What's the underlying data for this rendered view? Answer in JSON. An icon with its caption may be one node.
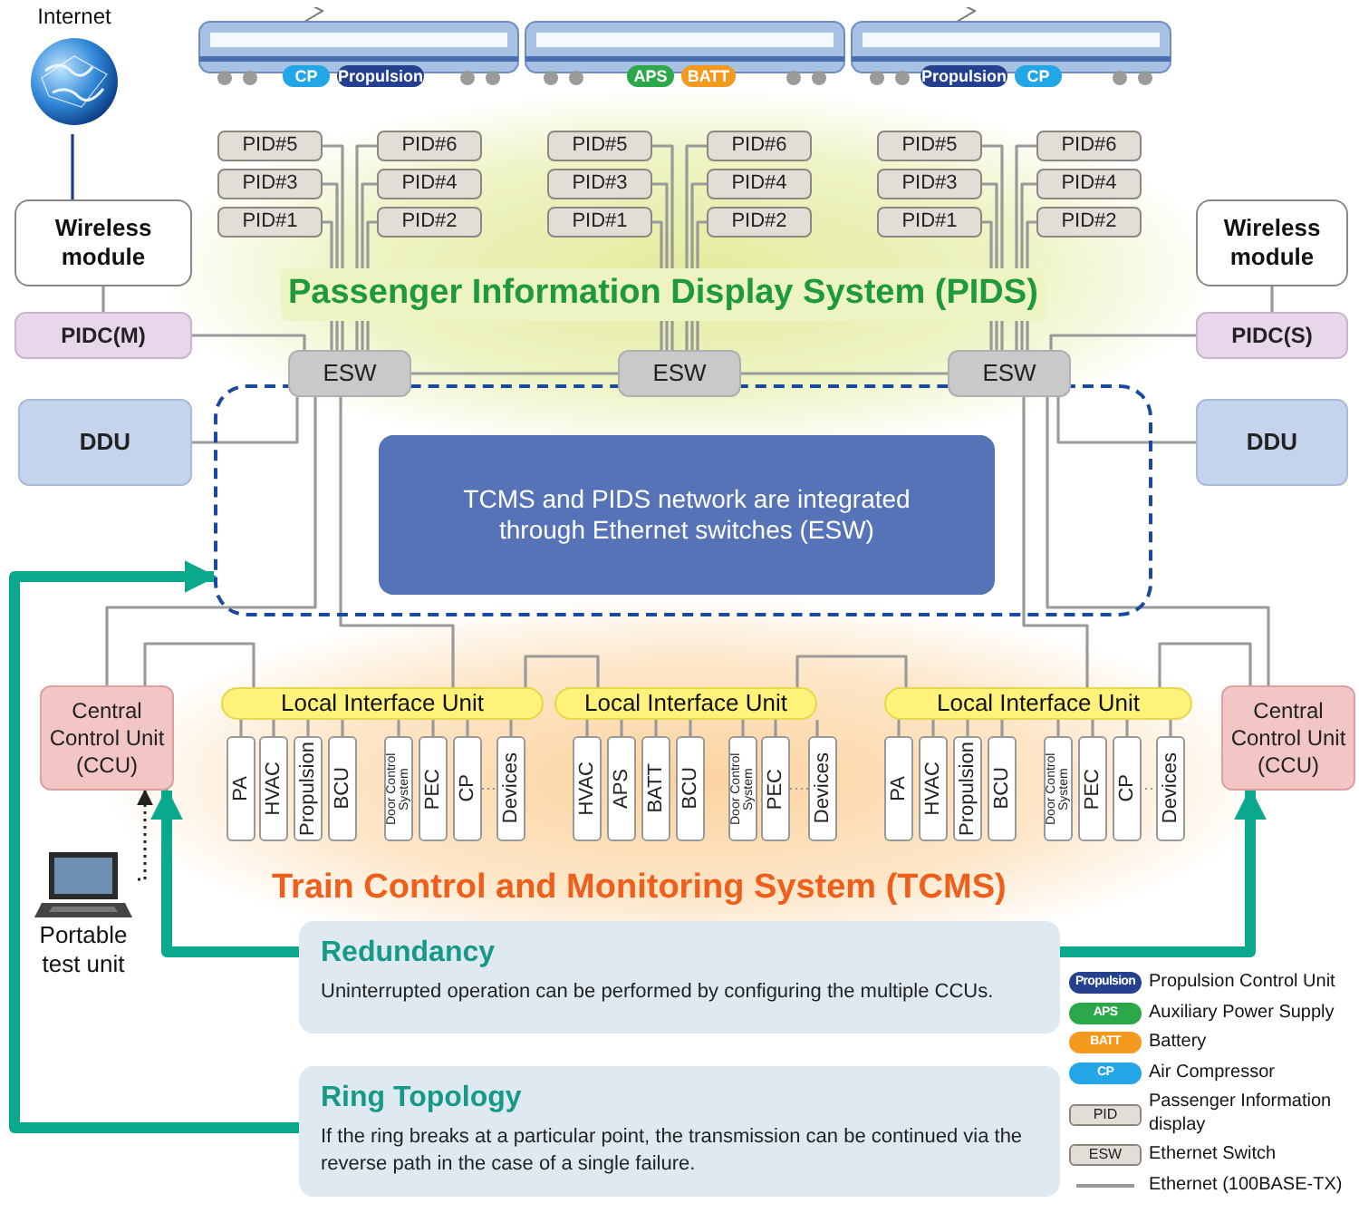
{
  "diagram": {
    "nodes": [
      {
        "text": [
          "Internet"
        ]
      },
      {
        "text": [
          "Wireless module"
        ]
      },
      {
        "text": [
          "PIDC(M)"
        ]
      },
      {
        "text": [
          "DDU"
        ]
      },
      {
        "text": [
          "Wireless module"
        ]
      },
      {
        "text": [
          "PIDC(S)"
        ]
      },
      {
        "text": [
          "DDU"
        ]
      },
      {
        "text": [
          "PID#5"
        ]
      },
      {
        "text": [
          "PID#6"
        ]
      },
      {
        "text": [
          "PID#3"
        ]
      },
      {
        "text": [
          "PID#4"
        ]
      },
      {
        "text": [
          "PID#1"
        ]
      },
      {
        "text": [
          "PID#2"
        ]
      },
      {
        "text": [
          "PID#5"
        ]
      },
      {
        "text": [
          "PID#6"
        ]
      },
      {
        "text": [
          "PID#3"
        ]
      },
      {
        "text": [
          "PID#4"
        ]
      },
      {
        "text": [
          "PID#1"
        ]
      },
      {
        "text": [
          "PID#2"
        ]
      },
      {
        "text": [
          "PID#5"
        ]
      },
      {
        "text": [
          "PID#6"
        ]
      },
      {
        "text": [
          "PID#3"
        ]
      },
      {
        "text": [
          "PID#4"
        ]
      },
      {
        "text": [
          "PID#1"
        ]
      },
      {
        "text": [
          "PID#2"
        ]
      },
      {
        "text": [
          "ESW"
        ]
      },
      {
        "text": [
          "ESW"
        ]
      },
      {
        "text": [
          "ESW"
        ]
      },
      {
        "text": [],
        "shape": "box"
      },
      {
        "text": [
          "TCMS and PIDS network are integrated through Ethernet switches (ESW)"
        ],
        "in": 28
      },
      {
        "text": [
          "Central Control Unit (CCU)"
        ]
      },
      {
        "text": [
          "Central Control Unit (CCU)"
        ]
      },
      {
        "text": [
          "Local Interface Unit"
        ]
      },
      {
        "text": [
          "Local Interface Unit"
        ]
      },
      {
        "text": [
          "Local Interface Unit"
        ]
      },
      {
        "text": [
          "PA"
        ]
      },
      {
        "text": [
          "HVAC"
        ]
      },
      {
        "text": [
          "Propulsion"
        ]
      },
      {
        "text": [
          "BCU"
        ]
      },
      {
        "text": [
          "Door Control System"
        ]
      },
      {
        "text": [
          "PEC"
        ]
      },
      {
        "text": [
          "CP"
        ]
      },
      {
        "text": [
          "Devices"
        ]
      },
      {
        "text": [
          "HVAC"
        ]
      },
      {
        "text": [
          "APS"
        ]
      },
      {
        "text": [
          "BATT"
        ]
      },
      {
        "text": [
          "BCU"
        ]
      },
      {
        "text": [
          "Door Control System"
        ]
      },
      {
        "text": [
          "PEC"
        ]
      },
      {
        "text": [
          "Devices"
        ]
      },
      {
        "text": [
          "PA"
        ]
      },
      {
        "text": [
          "HVAC"
        ]
      },
      {
        "text": [
          "Propulsion"
        ]
      },
      {
        "text": [
          "BCU"
        ]
      },
      {
        "text": [
          "Door Control System"
        ]
      },
      {
        "text": [
          "PEC"
        ]
      },
      {
        "text": [
          "CP"
        ]
      },
      {
        "text": [
          "Devices"
        ]
      },
      {
        "text": [
          "Portable test unit"
        ]
      },
      {
        "text": [
          "Redundancy",
          "Uninterrupted operation can be performed by configuring the multiple CCUs."
        ]
      },
      {
        "text": [
          "Ring Topology",
          "If the ring breaks at a particular point, the transmission can be continued via the reverse path in the case of a single failure."
        ]
      }
    ],
    "edges": [
      {
        "from": 0,
        "to": 1,
        "arrow": "none",
        "color": "#1a3c8c"
      },
      {
        "from": 1,
        "to": 2,
        "arrow": "none"
      },
      {
        "from": 4,
        "to": 5,
        "arrow": "none"
      },
      {
        "from": 2,
        "to": 25,
        "arrow": "none"
      },
      {
        "from": 3,
        "to": 25,
        "arrow": "none"
      },
      {
        "from": 5,
        "to": 27,
        "arrow": "none"
      },
      {
        "from": 6,
        "to": 27,
        "arrow": "none"
      },
      {
        "from": 25,
        "to": 26,
        "arrow": "none"
      },
      {
        "from": 26,
        "to": 27,
        "arrow": "none"
      },
      {
        "from": 7,
        "to": 25,
        "arrow": "none"
      },
      {
        "from": 8,
        "to": 25,
        "arrow": "none"
      },
      {
        "from": 9,
        "to": 25,
        "arrow": "none"
      },
      {
        "from": 10,
        "to": 25,
        "arrow": "none"
      },
      {
        "from": 11,
        "to": 25,
        "arrow": "none"
      },
      {
        "from": 12,
        "to": 25,
        "arrow": "none"
      },
      {
        "from": 13,
        "to": 26,
        "arrow": "none"
      },
      {
        "from": 14,
        "to": 26,
        "arrow": "none"
      },
      {
        "from": 15,
        "to": 26,
        "arrow": "none"
      },
      {
        "from": 16,
        "to": 26,
        "arrow": "none"
      },
      {
        "from": 17,
        "to": 26,
        "arrow": "none"
      },
      {
        "from": 18,
        "to": 26,
        "arrow": "none"
      },
      {
        "from": 19,
        "to": 27,
        "arrow": "none"
      },
      {
        "from": 20,
        "to": 27,
        "arrow": "none"
      },
      {
        "from": 21,
        "to": 27,
        "arrow": "none"
      },
      {
        "from": 22,
        "to": 27,
        "arrow": "none"
      },
      {
        "from": 23,
        "to": 27,
        "arrow": "none"
      },
      {
        "from": 24,
        "to": 27,
        "arrow": "none"
      },
      {
        "from": 25,
        "to": 30,
        "arrow": "none"
      },
      {
        "from": 25,
        "to": 32,
        "arrow": "none"
      },
      {
        "from": 30,
        "to": 32,
        "arrow": "none"
      },
      {
        "from": 32,
        "to": 33,
        "arrow": "none"
      },
      {
        "from": 33,
        "to": 34,
        "arrow": "none"
      },
      {
        "from": 27,
        "to": 34,
        "arrow": "none"
      },
      {
        "from": 27,
        "to": 31,
        "arrow": "none"
      },
      {
        "from": 31,
        "to": 34,
        "arrow": "none"
      },
      {
        "from": 32,
        "to": 35,
        "arrow": "none"
      },
      {
        "from": 32,
        "to": 36,
        "arrow": "none"
      },
      {
        "from": 32,
        "to": 37,
        "arrow": "none"
      },
      {
        "from": 32,
        "to": 38,
        "arrow": "none"
      },
      {
        "from": 32,
        "to": 39,
        "arrow": "none"
      },
      {
        "from": 32,
        "to": 40,
        "arrow": "none"
      },
      {
        "from": 32,
        "to": 41,
        "arrow": "none"
      },
      {
        "from": 32,
        "to": 42,
        "arrow": "none"
      },
      {
        "from": 33,
        "to": 43,
        "arrow": "none"
      },
      {
        "from": 33,
        "to": 44,
        "arrow": "none"
      },
      {
        "from": 33,
        "to": 45,
        "arrow": "none"
      },
      {
        "from": 33,
        "to": 46,
        "arrow": "none"
      },
      {
        "from": 33,
        "to": 47,
        "arrow": "none"
      },
      {
        "from": 33,
        "to": 48,
        "arrow": "none"
      },
      {
        "from": 33,
        "to": 49,
        "arrow": "none"
      },
      {
        "from": 34,
        "to": 50,
        "arrow": "none"
      },
      {
        "from": 34,
        "to": 51,
        "arrow": "none"
      },
      {
        "from": 34,
        "to": 52,
        "arrow": "none"
      },
      {
        "from": 34,
        "to": 53,
        "arrow": "none"
      },
      {
        "from": 34,
        "to": 54,
        "arrow": "none"
      },
      {
        "from": 34,
        "to": 55,
        "arrow": "none"
      },
      {
        "from": 34,
        "to": 56,
        "arrow": "none"
      },
      {
        "from": 34,
        "to": 57,
        "arrow": "none"
      },
      {
        "from": 59,
        "to": 30,
        "arrow": "to",
        "style": "thick",
        "color": "#0aa88c"
      },
      {
        "from": 59,
        "to": 31,
        "arrow": "to",
        "style": "thick",
        "color": "#0aa88c"
      },
      {
        "from": 60,
        "to": 28,
        "arrow": "to",
        "style": "thick",
        "color": "#0aa88c"
      },
      {
        "from": 58,
        "to": 30,
        "arrow": "to",
        "style": "dashed",
        "color": "#222222"
      }
    ],
    "labels": [
      "CP",
      "Propulsion",
      "APS",
      "BATT",
      "Propulsion",
      "CP",
      "Passenger Information Display System (PIDS)",
      "Train Control and Monitoring System (TCMS)",
      "Propulsion",
      "APS",
      "BATT",
      "CP",
      "PID",
      "ESW"
    ],
    "legend": [
      {
        "text": "Propulsion Control Unit",
        "color": "#24408e"
      },
      {
        "text": "Auxiliary Power Supply",
        "color": "#2ca84a"
      },
      {
        "text": "Battery",
        "color": "#f39a1e"
      },
      {
        "text": "Air Compressor",
        "color": "#22a6e6"
      },
      {
        "text": "Passenger Information display"
      },
      {
        "text": "Ethernet Switch"
      },
      {
        "text": "Ethernet (100BASE-TX)"
      }
    ]
  }
}
